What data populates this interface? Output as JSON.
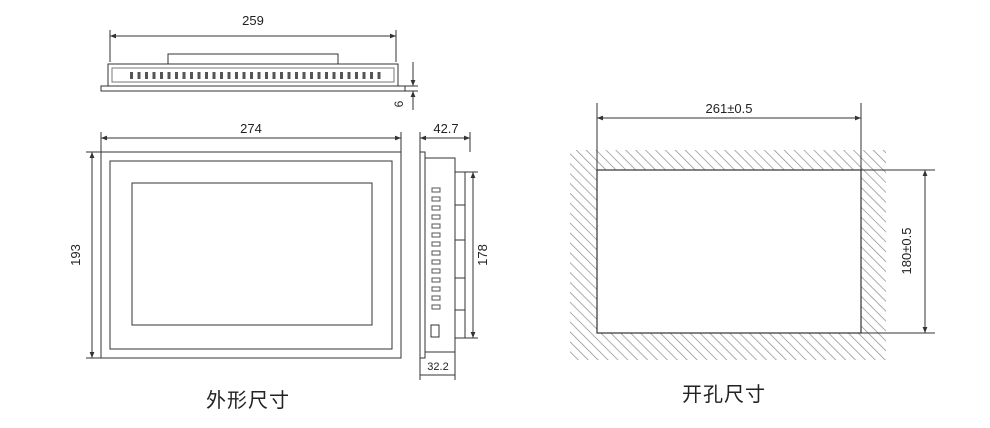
{
  "top_view": {
    "width_label": "259",
    "thickness_label": "6"
  },
  "front_view": {
    "width_label": "274",
    "height_label": "193"
  },
  "side_view": {
    "depth_label": "42.7",
    "height_label": "178",
    "base_label": "32.2"
  },
  "cutout": {
    "width_label": "261±0.5",
    "height_label": "180±0.5"
  },
  "captions": {
    "outline": "外形尺寸",
    "cutout": "开孔尺寸"
  }
}
